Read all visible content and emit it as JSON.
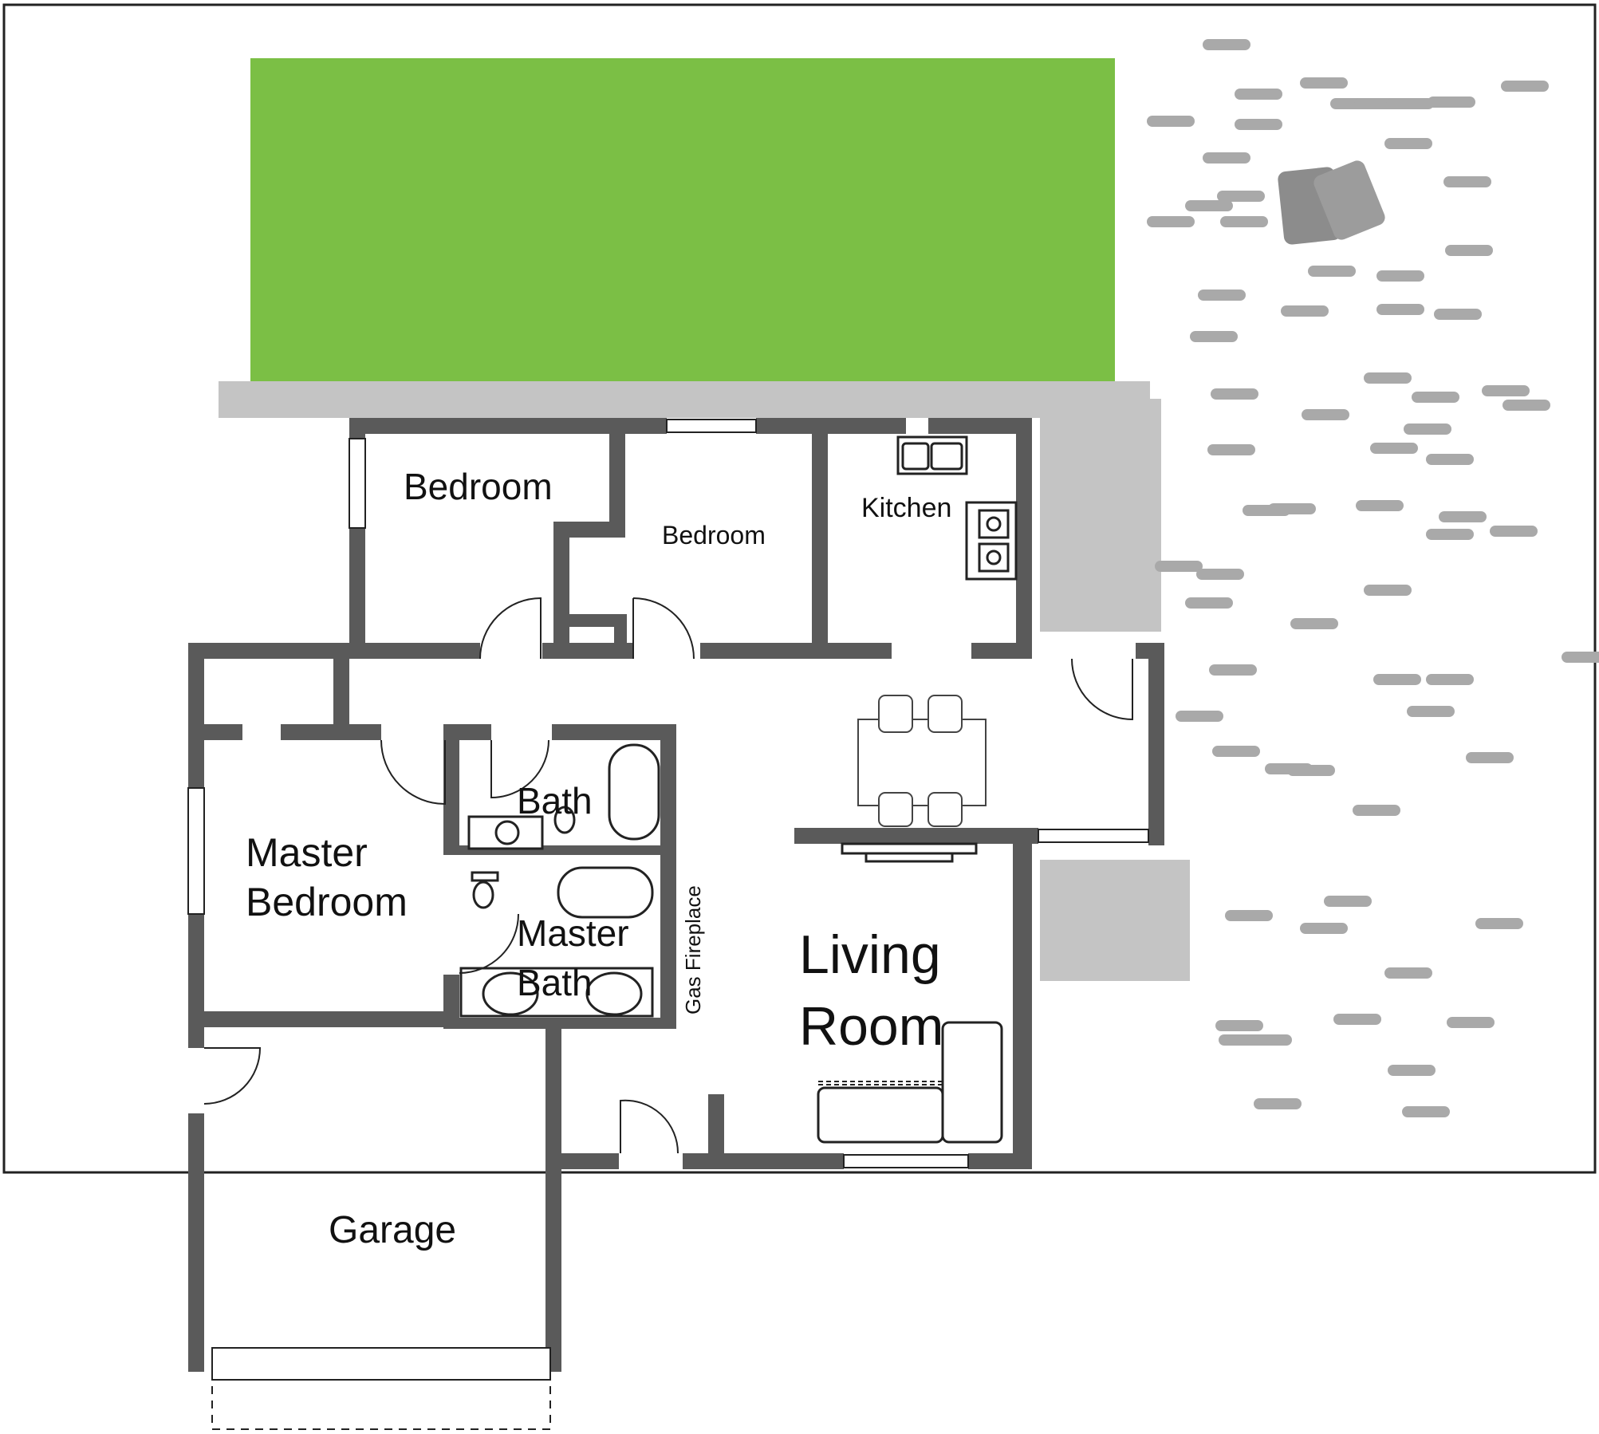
{
  "plan": {
    "rooms": {
      "bedroom_1": "Bedroom",
      "bedroom_2": "Bedroom",
      "kitchen": "Kitchen",
      "master_bedroom_line1": "Master",
      "master_bedroom_line2": "Bedroom",
      "bath": "Bath",
      "master_bath_line1": "Master",
      "master_bath_line2": "Bath",
      "living_room_line1": "Living",
      "living_room_line2": "Room",
      "garage": "Garage"
    },
    "fireplace_label": "Gas Fireplace"
  },
  "colors": {
    "lawn": "#7bbf45",
    "wall": "#5a5a5a",
    "patio": "#c4c4c4",
    "stones": "#a9a9a9",
    "outline": "#222222"
  },
  "icons": [
    "sink-icon",
    "stove-icon",
    "bathtub-icon",
    "toilet-icon",
    "dining-table-icon",
    "sofa-icon",
    "stepping-stones-icon",
    "shrub-icon"
  ]
}
